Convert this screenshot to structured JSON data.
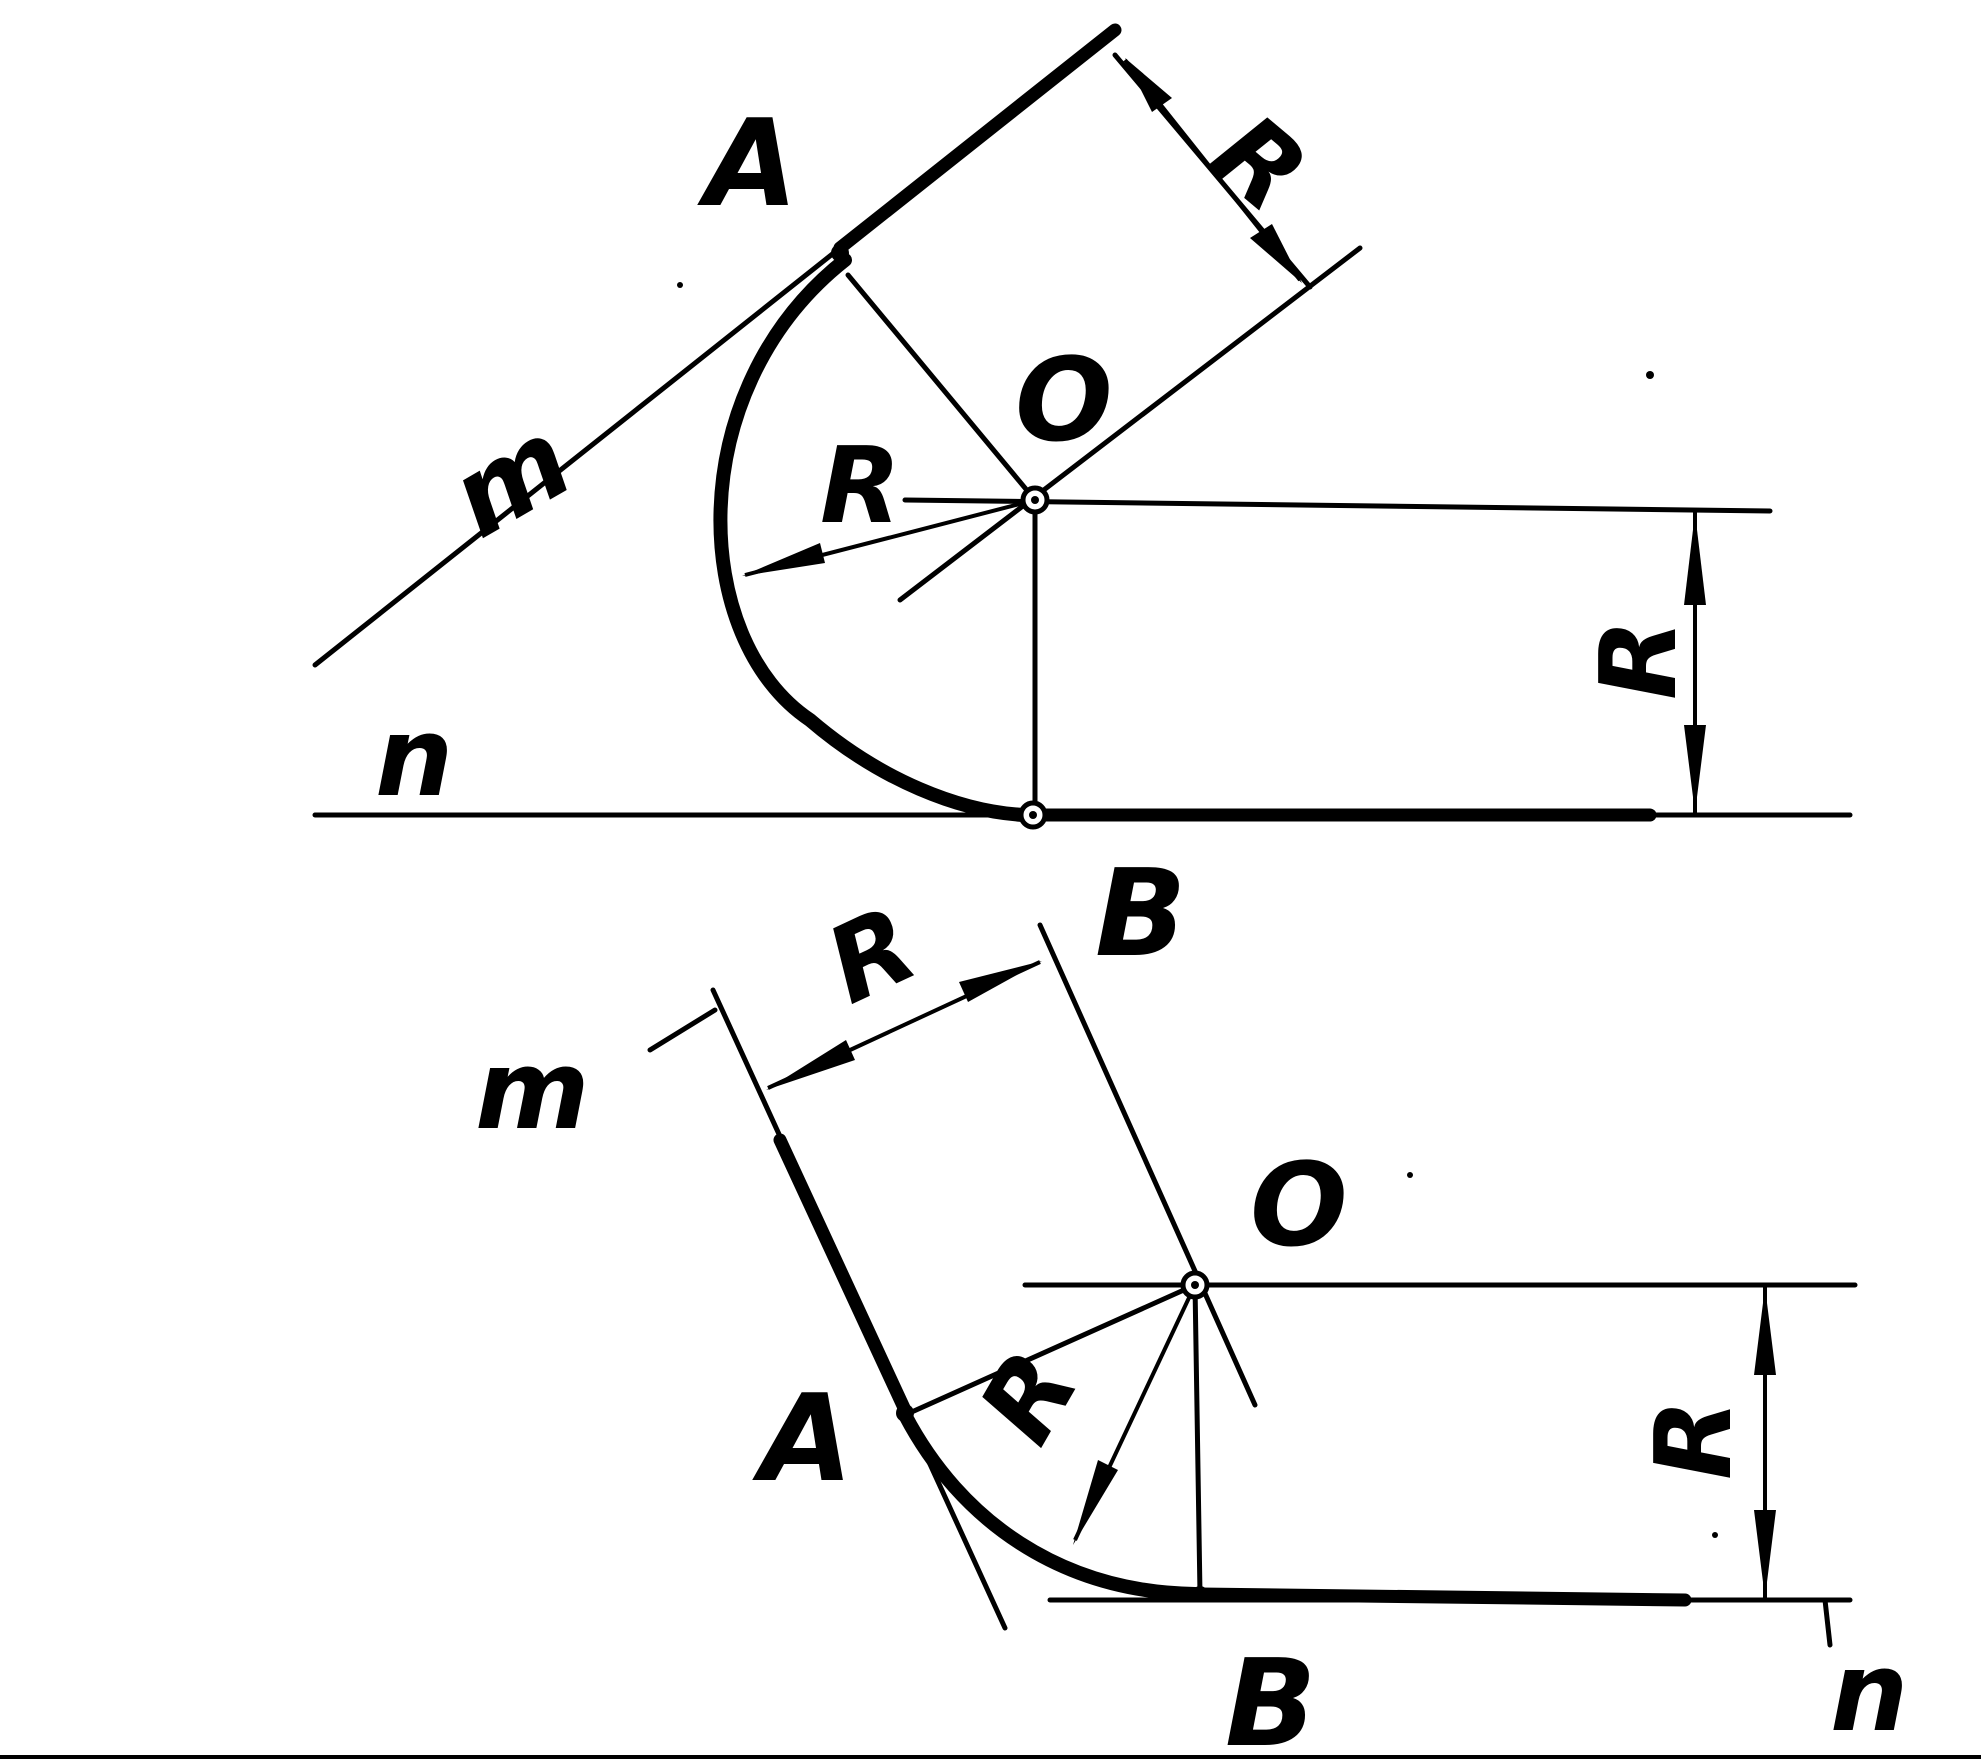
{
  "figure_top": {
    "point_tangent_m": "A",
    "point_tangent_n": "B",
    "center": "O",
    "line_m": "m",
    "line_n": "n",
    "radius_label_offset_m": "R",
    "radius_label_arc": "R",
    "radius_label_offset_n": "R"
  },
  "figure_bottom": {
    "point_tangent_m": "A",
    "point_tangent_n": "B",
    "center": "O",
    "line_m": "m",
    "line_n": "n",
    "radius_label_offset_m": "R",
    "radius_label_arc": "R",
    "radius_label_offset_n": "R"
  }
}
